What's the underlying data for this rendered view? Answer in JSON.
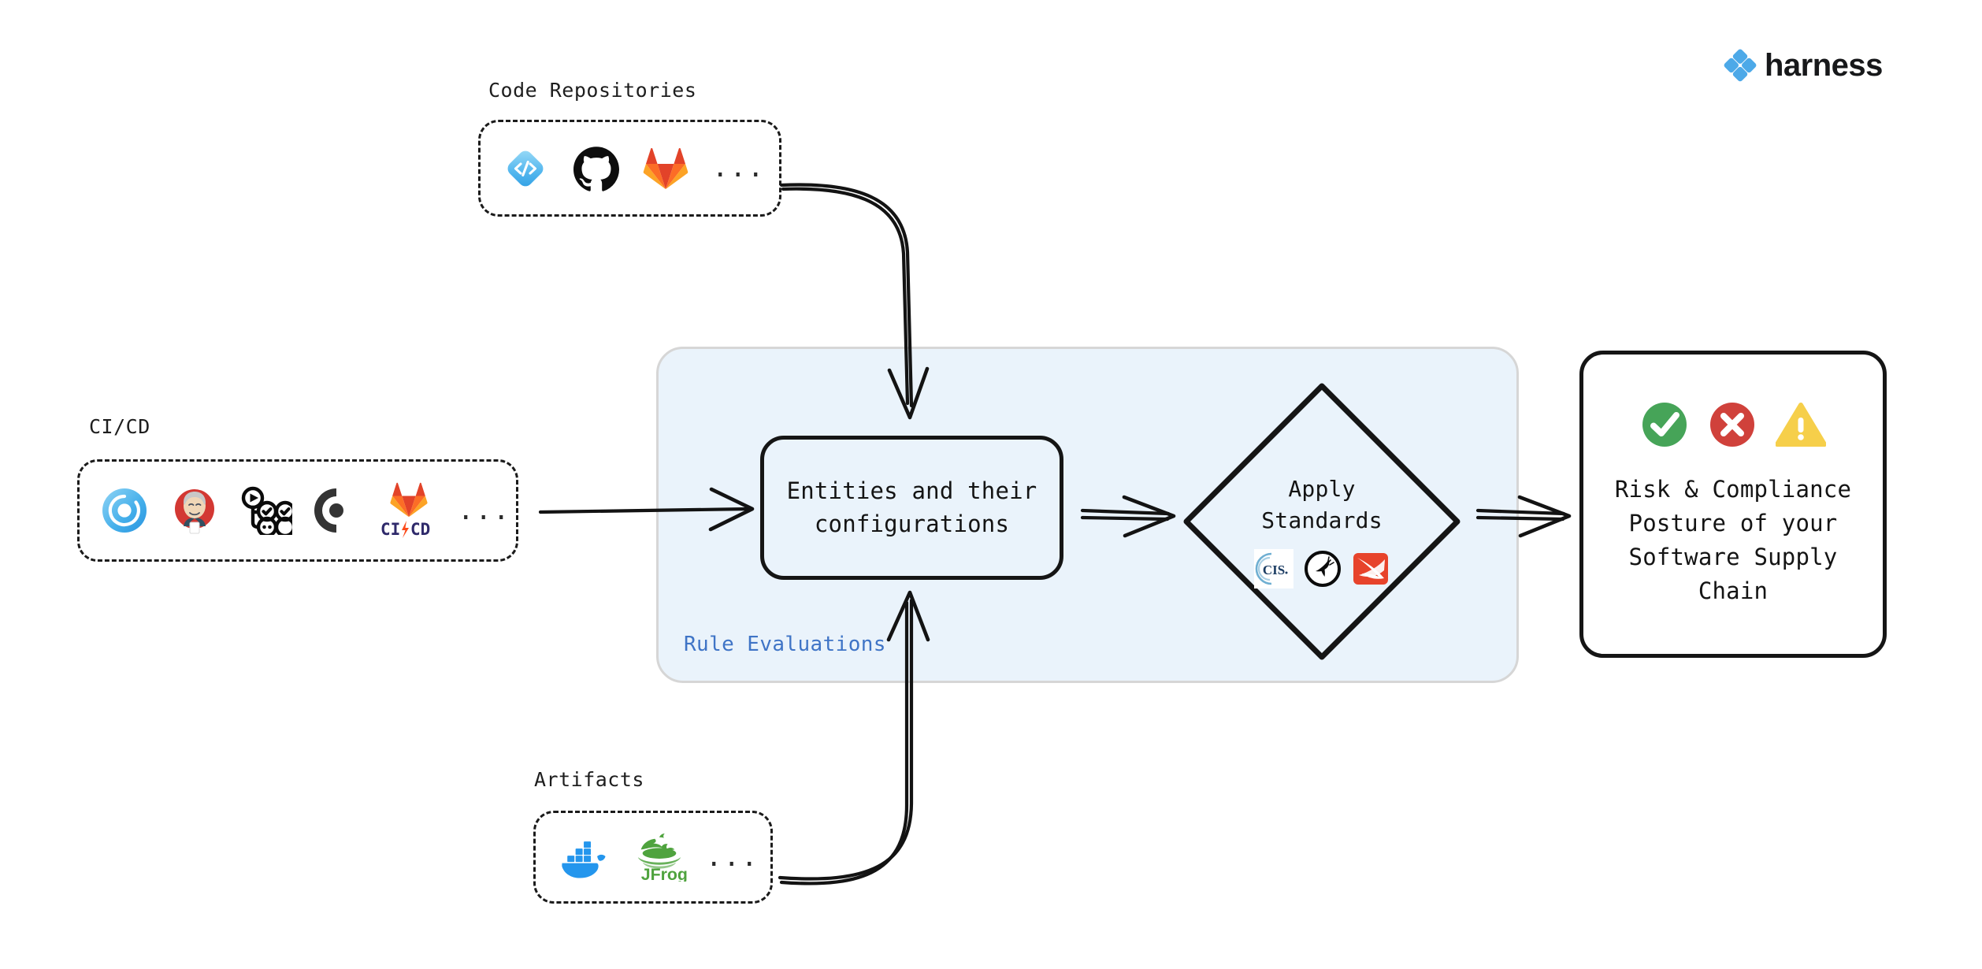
{
  "brand": {
    "name": "harness",
    "logo_icon": "harness-diamond-logo-icon",
    "accent_color": "#4DA9E8",
    "wordmark_color": "#17181a"
  },
  "colors": {
    "panel_background": "#eaf3fb",
    "panel_border": "#d6d6d6",
    "panel_label": "#3f74c6",
    "stroke": "#151515",
    "canvas": "#ffffff",
    "status_pass": "#46a458",
    "status_fail": "#d0413b",
    "status_warn": "#f6cf4a"
  },
  "sources": [
    {
      "id": "code-repositories",
      "caption": "Code Repositories",
      "ellipsis": "...",
      "icons": [
        {
          "name": "harness-code-icon",
          "label": "Harness Code"
        },
        {
          "name": "github-icon",
          "label": "GitHub"
        },
        {
          "name": "gitlab-icon",
          "label": "GitLab"
        }
      ]
    },
    {
      "id": "ci-cd",
      "caption": "CI/CD",
      "ellipsis": "...",
      "icons": [
        {
          "name": "harness-ci-icon",
          "label": "Harness CI"
        },
        {
          "name": "jenkins-icon",
          "label": "Jenkins"
        },
        {
          "name": "github-actions-icon",
          "label": "GitHub Actions"
        },
        {
          "name": "circleci-icon",
          "label": "CircleCI"
        },
        {
          "name": "gitlab-cicd-icon",
          "label": "GitLab CI/CD"
        }
      ]
    },
    {
      "id": "artifacts",
      "caption": "Artifacts",
      "ellipsis": "...",
      "icons": [
        {
          "name": "docker-icon",
          "label": "Docker"
        },
        {
          "name": "jfrog-icon",
          "label": "JFrog"
        }
      ]
    }
  ],
  "pipeline": {
    "panel_label": "Rule Evaluations",
    "entities": {
      "title": "Entities and their\nconfigurations"
    },
    "standards": {
      "title": "Apply\nStandards",
      "icons": [
        {
          "name": "cis-benchmarks-icon",
          "label": "CIS"
        },
        {
          "name": "openssf-scorecard-icon",
          "label": "OpenSSF Scorecard"
        },
        {
          "name": "slsa-icon",
          "label": "SLSA"
        }
      ]
    },
    "outcome": {
      "title": "Risk & Compliance\nPosture of your\nSoftware Supply\nChain",
      "status_icons": [
        {
          "name": "check-circle-icon",
          "label": "Pass"
        },
        {
          "name": "error-circle-icon",
          "label": "Fail"
        },
        {
          "name": "warning-triangle-icon",
          "label": "Warning"
        }
      ]
    }
  },
  "flow_arrows": [
    {
      "name": "arrow-code-repositories-to-entities",
      "from": "code-repositories",
      "to": "entities"
    },
    {
      "name": "arrow-cicd-to-entities",
      "from": "ci-cd",
      "to": "entities"
    },
    {
      "name": "arrow-artifacts-to-entities",
      "from": "artifacts",
      "to": "entities"
    },
    {
      "name": "arrow-entities-to-standards",
      "from": "entities",
      "to": "standards"
    },
    {
      "name": "arrow-standards-to-outcome",
      "from": "standards",
      "to": "outcome"
    }
  ]
}
